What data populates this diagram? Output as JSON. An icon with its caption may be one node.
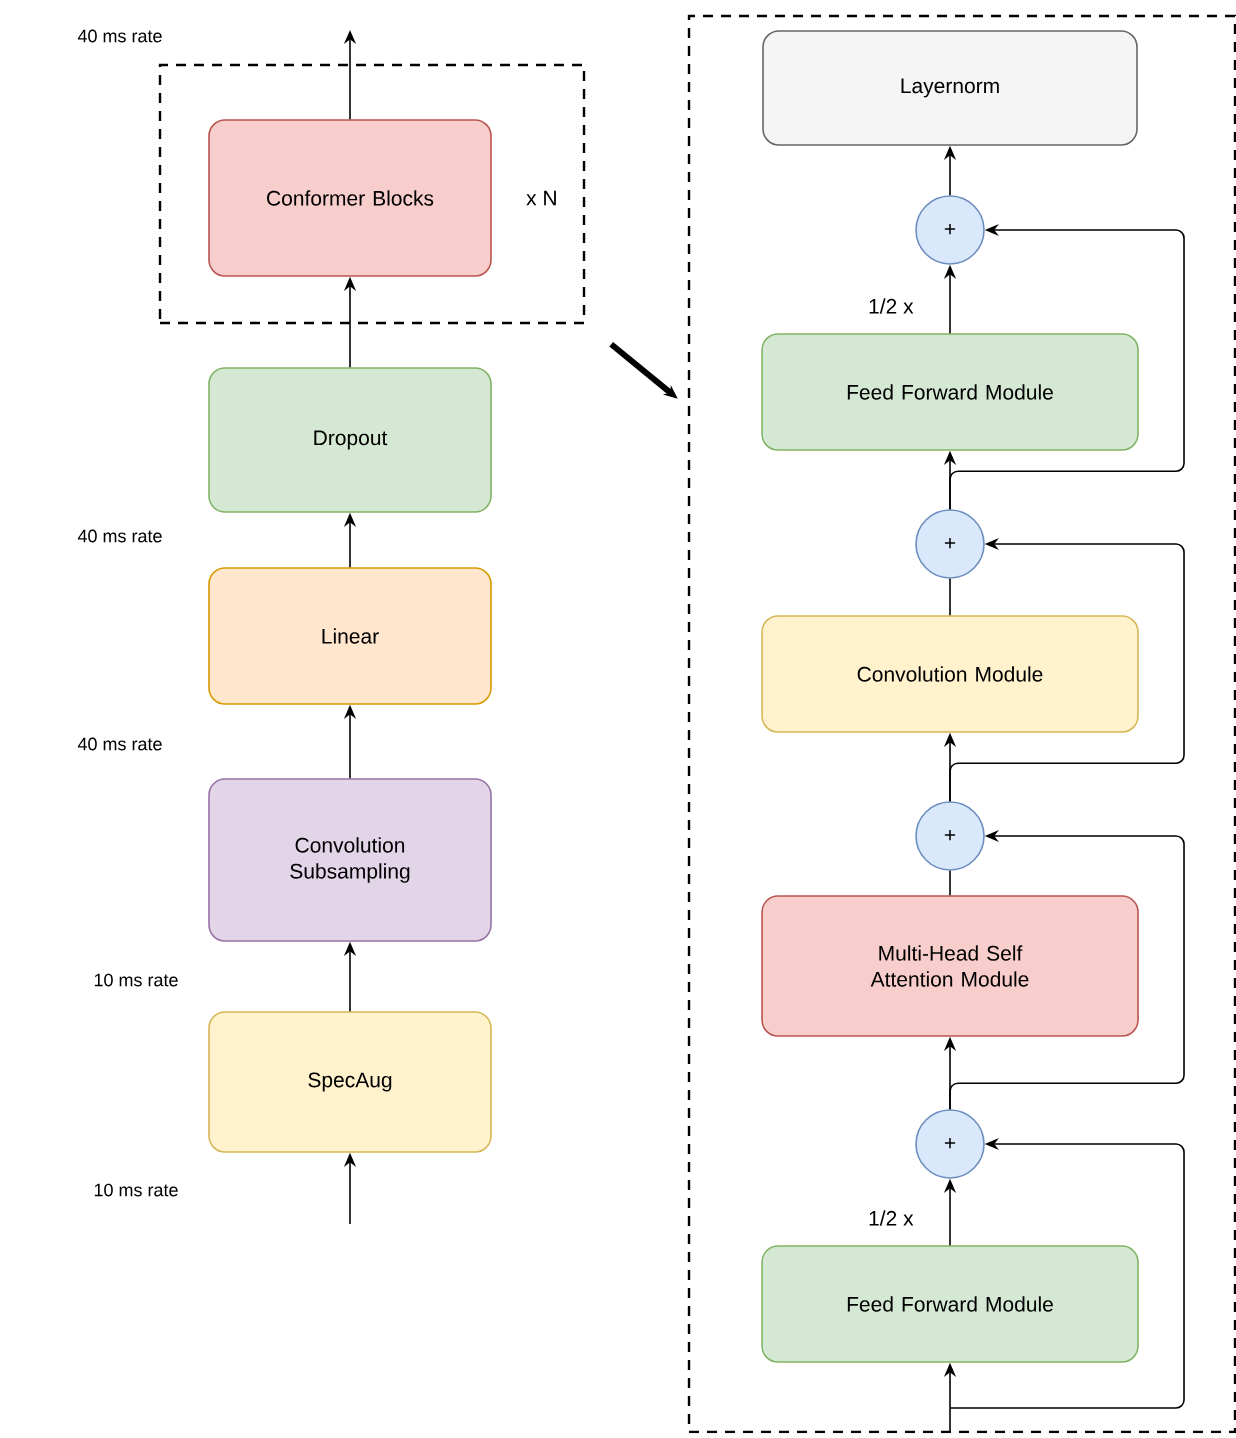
{
  "diagram": {
    "nodes": [
      {
        "text": [
          "x N"
        ]
      },
      {
        "text": [
          "Conformer Blocks"
        ],
        "in": 0
      },
      {
        "text": [
          "Dropout"
        ]
      },
      {
        "text": [
          "Linear"
        ]
      },
      {
        "text": [
          "Convolution Subsampling"
        ]
      },
      {
        "text": [
          "SpecAug"
        ]
      },
      {
        "text": [],
        "shape": "box"
      },
      {
        "text": [
          "Layernorm"
        ],
        "in": 6
      },
      {
        "text": [
          "+"
        ],
        "in": 6
      },
      {
        "text": [
          "Feed Forward Module"
        ],
        "in": 6
      },
      {
        "text": [
          "+"
        ],
        "in": 6
      },
      {
        "text": [
          "Convolution Module"
        ],
        "in": 6
      },
      {
        "text": [
          "+"
        ],
        "in": 6
      },
      {
        "text": [
          "Multi-Head Self Attention Module"
        ],
        "in": 6
      },
      {
        "text": [
          "+"
        ],
        "in": 6
      },
      {
        "text": [
          "Feed Forward Module"
        ],
        "in": 6
      }
    ],
    "edges": [
      {
        "from": 1,
        "to": null,
        "arrow": "to"
      },
      {
        "from": 2,
        "to": 1,
        "arrow": "to"
      },
      {
        "from": 3,
        "to": 2,
        "arrow": "to"
      },
      {
        "from": 4,
        "to": 3,
        "arrow": "to"
      },
      {
        "from": 5,
        "to": 4,
        "arrow": "to"
      },
      {
        "from": null,
        "to": 5,
        "arrow": "to"
      },
      {
        "from": 0,
        "to": 6,
        "arrow": "to",
        "style": "thick"
      },
      {
        "from": 8,
        "to": 7,
        "arrow": "to"
      },
      {
        "from": 9,
        "to": 8,
        "arrow": "to",
        "label": "1/2 x"
      },
      {
        "from": 10,
        "to": 9,
        "arrow": "to"
      },
      {
        "from": 10,
        "to": 8,
        "arrow": "to"
      },
      {
        "from": 11,
        "to": 10,
        "arrow": "none"
      },
      {
        "from": 12,
        "to": 11,
        "arrow": "to"
      },
      {
        "from": 12,
        "to": 10,
        "arrow": "to"
      },
      {
        "from": 13,
        "to": 12,
        "arrow": "none"
      },
      {
        "from": 14,
        "to": 13,
        "arrow": "to"
      },
      {
        "from": 14,
        "to": 12,
        "arrow": "to"
      },
      {
        "from": 15,
        "to": 14,
        "arrow": "to",
        "label": "1/2 x"
      },
      {
        "from": null,
        "to": 15,
        "arrow": "to"
      },
      {
        "from": null,
        "to": 14,
        "arrow": "to"
      }
    ],
    "labels": [
      "40 ms rate",
      "40 ms rate",
      "40 ms rate",
      "10 ms rate",
      "10 ms rate"
    ]
  }
}
